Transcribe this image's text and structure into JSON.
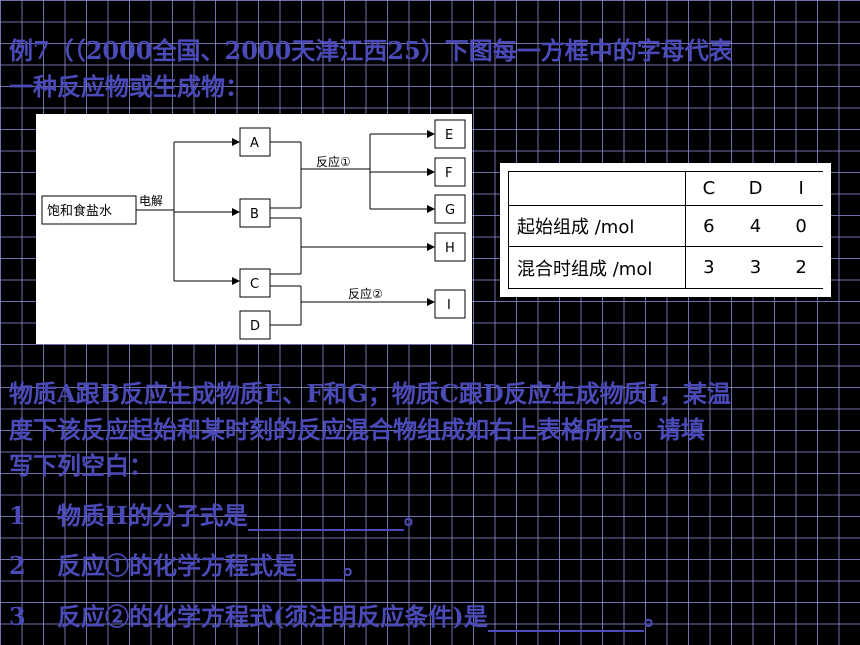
{
  "intro": {
    "line1": "例7（（2000全国、2000天津江西25）下图每一方框中的字母代表",
    "line2": "一种反应物或生成物："
  },
  "diagram": {
    "start_box": "饱和食盐水",
    "arrow_label": "电解",
    "boxes": [
      "A",
      "B",
      "C",
      "D"
    ],
    "products": [
      "E",
      "F",
      "G",
      "H",
      "I"
    ],
    "reaction1_label": "反应①",
    "reaction2_label": "反应②"
  },
  "table": {
    "headers": [
      "",
      "C",
      "D",
      "I"
    ],
    "rows": [
      {
        "label": "起始组成 /mol",
        "values": [
          "6",
          "4",
          "0"
        ]
      },
      {
        "label": "混合时组成 /mol",
        "values": [
          "3",
          "3",
          "2"
        ]
      }
    ]
  },
  "description": {
    "line1": "物质A跟B反应生成物质E、F和G；物质C跟D反应生成物质I，某温",
    "line2": "度下该反应起始和某时刻的反应混合物组成如右上表格所示。请填",
    "line3": "写下列空白："
  },
  "questions": [
    {
      "number": "1",
      "text": "物质H的分子式是",
      "end": "。"
    },
    {
      "number": "2",
      "text": "反应①的化学方程式是",
      "end": "。"
    },
    {
      "number": "3",
      "text": "反应②的化学方程式(须注明反应条件)是",
      "end": "。"
    }
  ]
}
